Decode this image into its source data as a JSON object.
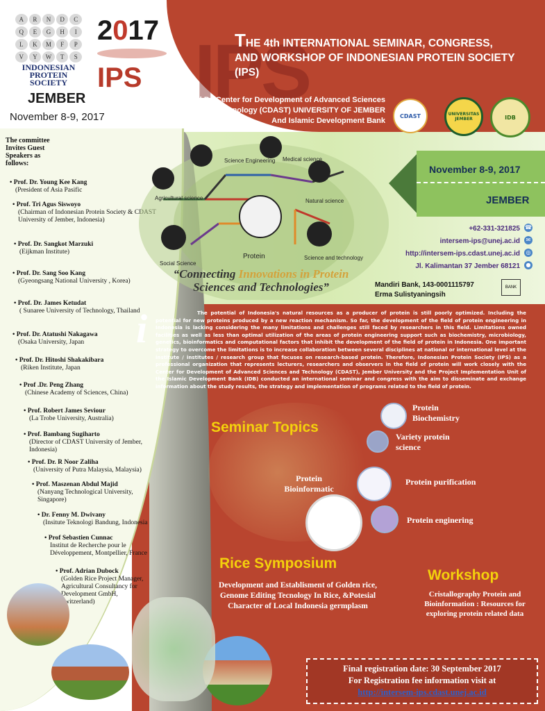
{
  "header": {
    "logo_letters": [
      "A",
      "R",
      "N",
      "D",
      "C",
      "Q",
      "E",
      "G",
      "H",
      "I",
      "L",
      "K",
      "M",
      "F",
      "P",
      "V",
      "Y",
      "W",
      "T",
      "S"
    ],
    "logo_title_lines": [
      "INDONESIAN",
      "PROTEIN",
      "SOCIETY"
    ],
    "year_prefix": "2",
    "year_mid": "0",
    "year_suffix": "17",
    "ips": "IPS",
    "city": "JEMBER",
    "date": "November  8-9, 2017",
    "big_ips": "IPS",
    "title_first_letter": "T",
    "title_line1": "HE 4th INTERNATIONAL SEMINAR, CONGRESS,",
    "title_line2": "AND WORKSHOP OF INDONESIAN PROTEIN SOCIETY",
    "title_line3": "(IPS)",
    "cohost_line1": "Co-hoosted By Center for Development of Advanced Sciences",
    "cohost_line2": "and Technology (CDAST) UNIVERSITY OF JEMBER",
    "cohost_line3": "And Islamic Development Bank",
    "badges": [
      "CDAST",
      "UNIVERSITAS JEMBER",
      "IDB"
    ]
  },
  "committee": {
    "intro": "The committee Invites  Guest Speakers as follows:",
    "speakers": [
      {
        "name": "Prof. Dr. Young Kee Kang",
        "aff": "(President of  Asia Pasific"
      },
      {
        "name": "Prof. Tri Agus Siswoyo",
        "aff": "(Chairman of  Indonesian Protein Society & CDAST University of  Jember, Indonesia)"
      },
      {
        "name": "Prof. Dr. Sangkot Marzuki",
        "aff": "(Eijkman Institute)"
      },
      {
        "name": "Prof. Dr. Sang Soo Kang",
        "aff": "(Gyeongsang National University , Korea)"
      },
      {
        "name": "Prof. Dr. James Ketudat",
        "aff": "( Sunaree University of Technology, Thailand"
      },
      {
        "name": "Prof. Dr. Atatushi Nakagawa",
        "aff": "(Osaka University, Japan"
      },
      {
        "name": "Prof. Dr. Hitoshi Shakakibara",
        "aff": "(Riken Institute, Japan"
      },
      {
        "name": "Prof .Dr. Peng Zhang",
        "aff": "(Chinese Academy of Sciences, China)"
      },
      {
        "name": "Prof. Robert James Seviour",
        "aff": "(La Trobe University, Australia)"
      },
      {
        "name": "Prof. Bambang Sugiharto",
        "aff": "(Director of CDAST University of Jember,  Indonesia)"
      },
      {
        "name": "Prof. Dr. R Noor Zaliha",
        "aff": "(University of Putra Malaysia, Malaysia)"
      },
      {
        "name": "Prof. Maszenan Abdul Majid",
        "aff": "(Nanyang Technological University, Singapore)"
      },
      {
        "name": "Dr. Fenny M. Dwivany",
        "aff": "(Insitute Teknologi Bandung, Indonesia"
      },
      {
        "name": "Prof Sebastien Cunnac",
        "aff": "Institut de Recherche pour le Développement, Montpellier, France"
      },
      {
        "name": "Prof. Adrian Dubock",
        "aff": "(Golden Rice Project Manager, Agricultural Consultancy for Development GmbH, Switzerland)"
      }
    ]
  },
  "diagram": {
    "labels": [
      "Agricultural science",
      "Science Engineering",
      "Medical science",
      "Natural science",
      "Protein",
      "Social Science",
      "Science and technology"
    ]
  },
  "tagline": {
    "part1": "“Connecting ",
    "highlight": "Innovations in Protein",
    "part2": "Sciences and Technologies”"
  },
  "event": {
    "date": "November  8-9, 2017",
    "city": "JEMBER"
  },
  "contact": {
    "phone": "+62-331-321825",
    "email": "intersem-ips@unej.ac.id",
    "web": "http://intersem-ips.cdast.unej.ac.id",
    "address": "Jl. Kalimantan 37 Jember 68121",
    "bank": "Mandiri Bank, 143-0001115797",
    "holder": "Erma Sulistyaningsih",
    "bank_icon_label": "BANK"
  },
  "info": {
    "icon": "i",
    "paragraph": "The potential of Indonesia's natural resources as a producer of protein is still poorly optimized. Including the potential for new proteins produced by a new reaction mechanism. So far, the development of the field of protein engineering in Indonesia is lacking considering the many limitations and challenges still faced by researchers in this field. Limitations owned facilities as well as less than optimal utilization of the areas of protein engineering support such as biochemistry, microbiology, genetics, bioinformatics and computational factors that inhibit the development of the field of protein in Indonesia. One important strategy to overcome the limitations is to increase collaboration between several disciplines at national or international level at the institute / institutes / research group that focuses on research-based protein. Therefore, Indonesian Protein Society (IPS) as a professional organization that represents lecturers, researchers and observers in the field of protein will work closely with the Center for Development of Advanced Sciences and Technology (CDAST), Jember University and the Project Implementation Unit of the Islamic Development Bank (IDB) conducted an international seminar and congress with the aim to disseminate and exchange information about the study results, the strategy and implementation of programs related to the field of protein."
  },
  "seminar": {
    "title": "Seminar Topics",
    "topics": [
      "Protein Biochemistry",
      "Variety protein science",
      "Protein Bioinformatic",
      "Protein purification",
      "Protein enginering"
    ]
  },
  "rice": {
    "title": "Rice Symposium",
    "desc": "Development and Establisment  of Golden rice, Genome Editing Tecnology In Rice, &Potesial Character of Local Indonesia germplasm"
  },
  "workshop": {
    "title": "Workshop",
    "desc": "Cristallography Protein and Bioinformation : Resources for exploring protein related data"
  },
  "registration": {
    "line1": "Final registration date: 30 September 2017",
    "line2": "For Registration fee information  visit  at",
    "url": "http://intersem-ips.cdast.unej.ac.id"
  }
}
